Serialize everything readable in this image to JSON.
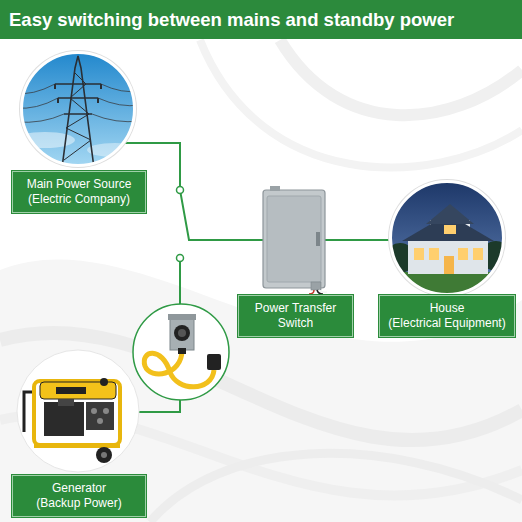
{
  "diagram": {
    "title": "Easy switching between mains and standby power",
    "nodes": [
      {
        "text": [
          "Main Power Source",
          "(Electric Company)"
        ]
      },
      {
        "text": [
          "Power Transfer Switch"
        ]
      },
      {
        "text": [
          "House",
          "(Electrical Equipment)"
        ]
      },
      {
        "text": [
          "Generator",
          "(Backup Power)"
        ]
      }
    ],
    "edges": [
      {
        "from": 0,
        "to": 1,
        "arrow": "none"
      },
      {
        "from": 3,
        "to": 1,
        "arrow": "none"
      },
      {
        "from": 1,
        "to": 2,
        "arrow": "none"
      }
    ]
  }
}
